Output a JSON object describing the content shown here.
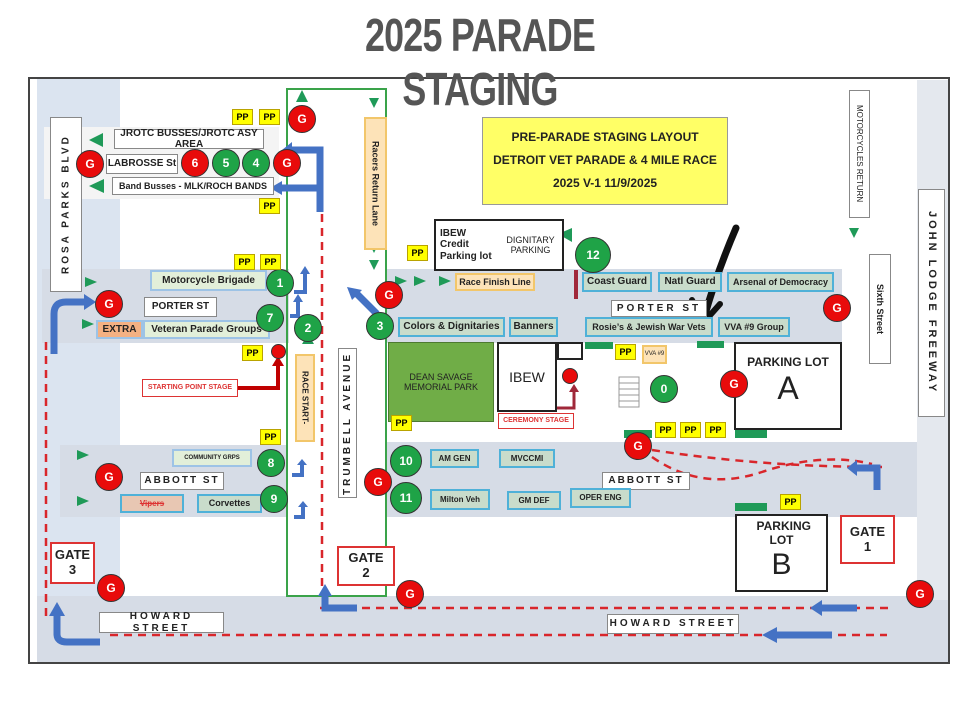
{
  "title": "2025 PARADE STAGING",
  "info": {
    "line1": "PRE-PARADE STAGING LAYOUT",
    "line2": "DETROIT VET PARADE & 4 MILE RACE",
    "line3": "2025 V-1 11/9/2025"
  },
  "markers": {
    "pp": "PP",
    "g": "G"
  },
  "streets": {
    "rosa_parks": "ROSA PARKS BLVD",
    "labrosse": "LABROSSE St",
    "porter_left": "PORTER ST",
    "porter_right": "PORTER ST",
    "abbott_left": "ABBOTT ST",
    "abbott_right": "ABBOTT ST",
    "howard_left": "HOWARD STREET",
    "howard_right": "HOWARD STREET",
    "trumbull": "TRUMBELL AVENUE",
    "sixth": "Sixth Street",
    "lodge": "JOHN LODGE FREEWAY",
    "racers_return": "Racers Return Lane",
    "motorcycles_return": "MOTORCYCLES RETURN"
  },
  "areas": {
    "jrotc": "JROTC BUSSES/JROTC ASY AREA",
    "band_busses": "Band Busses -  MLK/ROCH BANDS",
    "ibew_credit": "IBEW Credit Parking lot",
    "dignitary": "DIGNITARY PARKING",
    "park": "DEAN SAVAGE MEMORIAL PARK",
    "ibew": "IBEW",
    "ceremony": "CEREMONY STAGE",
    "starting": "STARTING POINT STAGE",
    "race_start": "RACE START-",
    "race_finish": "Race Finish  Line",
    "lot_a_label": "PARKING LOT",
    "lot_a_letter": "A",
    "lot_b_label": "PARKING LOT",
    "lot_b_letter": "B",
    "vva_small": "VVA #9"
  },
  "groups": {
    "motorcycle": "Motorcycle Brigade",
    "extra": "EXTRA",
    "veteran": "Veteran Parade Groups",
    "community": "COMMUNITY GRPS",
    "vipers": "Vipers",
    "corvettes": "Corvettes",
    "colors": "Colors & Dignitaries",
    "banners": "Banners",
    "coast_guard": "Coast Guard",
    "natl_guard": "Natl Guard",
    "arsenal": "Arsenal of Democracy",
    "rosies": "Rosie’s & Jewish War Vets",
    "vva": "VVA #9 Group",
    "am_gen": "AM GEN",
    "mvccmi": "MVCCMI",
    "milton": "Milton Veh",
    "gm_def": "GM DEF",
    "oper_eng": "OPER ENG"
  },
  "numbers": {
    "n0": "0",
    "n1": "1",
    "n2": "2",
    "n3": "3",
    "n4": "4",
    "n5": "5",
    "n6": "6",
    "n7": "7",
    "n8": "8",
    "n9": "9",
    "n10": "10",
    "n11": "11",
    "n12": "12"
  },
  "gates": {
    "g1": "GATE 1",
    "g2": "GATE 2",
    "g3": "GATE 3"
  }
}
